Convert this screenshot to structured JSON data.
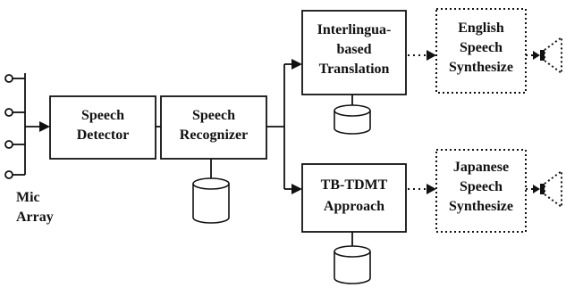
{
  "mic": {
    "label_line1": "Mic",
    "label_line2": "Array"
  },
  "boxes": {
    "speech_detector": [
      "Speech",
      "Detector"
    ],
    "speech_recognizer": [
      "Speech",
      "Recognizer"
    ],
    "interlingua_translation": [
      "Interlingua-",
      "based",
      "Translation"
    ],
    "tb_tdmt": [
      "TB-TDMT",
      "Approach"
    ],
    "english_synth": [
      "English",
      "Speech",
      "Synthesize"
    ],
    "japanese_synth": [
      "Japanese",
      "Speech",
      "Synthesize"
    ]
  },
  "icons": {
    "database": "database-cylinder-icon",
    "speaker": "speaker-icon",
    "microphone": "microphone-icon"
  }
}
